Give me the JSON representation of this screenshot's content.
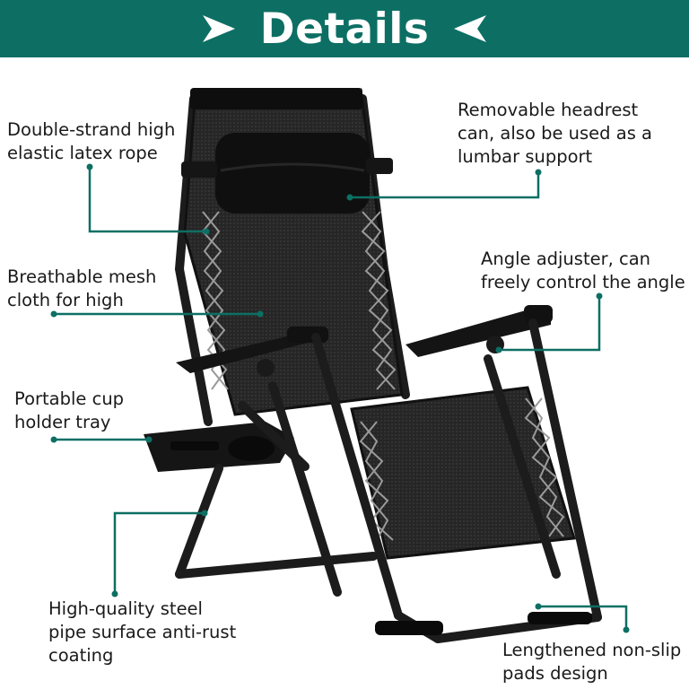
{
  "banner": {
    "title": "Details",
    "color": "#0d6f64"
  },
  "callouts": [
    {
      "id": "rope",
      "lines": [
        "Double-strand high",
        "elastic latex rope"
      ]
    },
    {
      "id": "headrest",
      "lines": [
        "Removable headrest",
        "can, also be used as a",
        "lumbar support"
      ]
    },
    {
      "id": "mesh",
      "lines": [
        "Breathable mesh",
        "cloth for high"
      ]
    },
    {
      "id": "angle",
      "lines": [
        "Angle adjuster, can",
        "freely control the angle"
      ]
    },
    {
      "id": "cup",
      "lines": [
        "Portable cup",
        "holder tray"
      ]
    },
    {
      "id": "steel",
      "lines": [
        "High-quality steel",
        "pipe surface anti-rust",
        "coating"
      ]
    },
    {
      "id": "pads",
      "lines": [
        "Lengthened non-slip",
        "pads design"
      ]
    }
  ],
  "colors": {
    "leader": "#0d6f64",
    "frame": "#1c1c1c",
    "mesh": "#2d2d2d"
  },
  "icons": {
    "left_arrow": "arrow-right-icon",
    "right_arrow": "arrow-left-icon",
    "product": "zero-gravity-chair-icon"
  }
}
